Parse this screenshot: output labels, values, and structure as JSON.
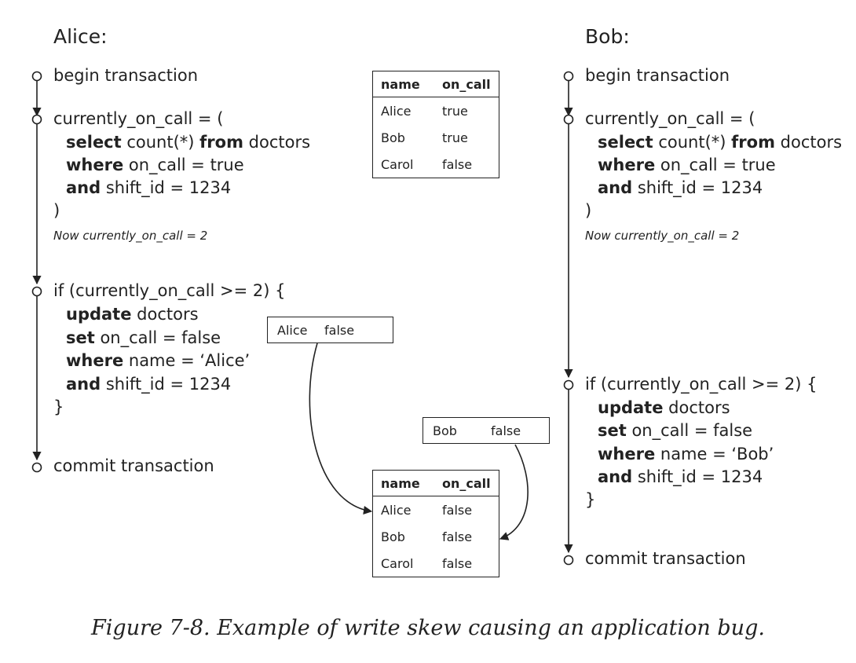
{
  "alice": {
    "heading": "Alice:",
    "begin": "begin transaction",
    "query_open": "currently_on_call = (",
    "select_kw": "select",
    "select_rest": " count(*) ",
    "from_kw": "from",
    "from_rest": " doctors",
    "where_kw": "where",
    "where_rest": " on_call = true",
    "and_kw": "and",
    "and_rest": " shift_id = 1234",
    "query_close": ")",
    "note": "Now currently_on_call = 2",
    "if_line": "if (currently_on_call >= 2) {",
    "update_kw": "update",
    "update_rest": " doctors",
    "set_kw": "set",
    "set_rest": " on_call = false",
    "where2_kw": "where",
    "where2_rest": " name = ‘Alice’",
    "and2_kw": "and",
    "and2_rest": " shift_id = 1234",
    "close_brace": "}",
    "commit": "commit transaction"
  },
  "bob": {
    "heading": "Bob:",
    "begin": "begin transaction",
    "query_open": "currently_on_call = (",
    "select_kw": "select",
    "select_rest": " count(*) ",
    "from_kw": "from",
    "from_rest": " doctors",
    "where_kw": "where",
    "where_rest": " on_call = true",
    "and_kw": "and",
    "and_rest": " shift_id = 1234",
    "query_close": ")",
    "note": "Now currently_on_call = 2",
    "if_line": "if (currently_on_call >= 2) {",
    "update_kw": "update",
    "update_rest": " doctors",
    "set_kw": "set",
    "set_rest": " on_call = false",
    "where2_kw": "where",
    "where2_rest": " name = ‘Bob’",
    "and2_kw": "and",
    "and2_rest": " shift_id = 1234",
    "close_brace": "}",
    "commit": "commit transaction"
  },
  "table_before": {
    "headers": [
      "name",
      "on_call"
    ],
    "rows": [
      [
        "Alice",
        "true"
      ],
      [
        "Bob",
        "true"
      ],
      [
        "Carol",
        "false"
      ]
    ]
  },
  "table_after": {
    "headers": [
      "name",
      "on_call"
    ],
    "rows": [
      [
        "Alice",
        "false"
      ],
      [
        "Bob",
        "false"
      ],
      [
        "Carol",
        "false"
      ]
    ]
  },
  "alice_write": {
    "name": "Alice",
    "value": "false"
  },
  "bob_write": {
    "name": "Bob",
    "value": "false"
  },
  "caption": "Figure 7-8. Example of write skew causing an application bug."
}
